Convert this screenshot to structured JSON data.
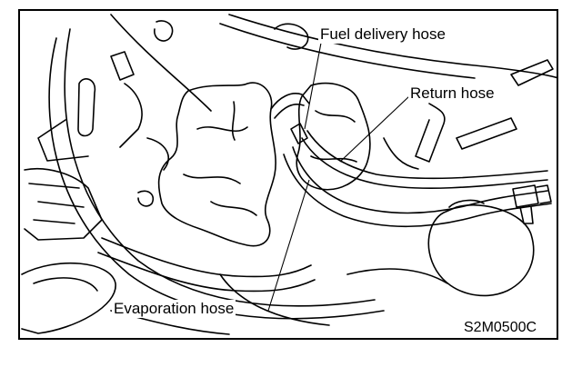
{
  "labels": {
    "fuel_delivery": "Fuel delivery hose",
    "return": "Return hose",
    "evaporation": "Evaporation hose"
  },
  "figure_code": "S2M0500C",
  "icons": [
    "fuel-tank-drawing"
  ]
}
